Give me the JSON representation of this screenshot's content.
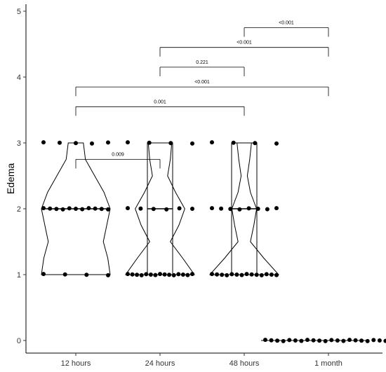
{
  "chart_data": {
    "type": "violin",
    "ylabel": "Edema",
    "xlabel": "",
    "ylim": [
      0,
      5
    ],
    "yticks": [
      0,
      1,
      2,
      3,
      4,
      5
    ],
    "categories": [
      "12 hours",
      "24 hours",
      "48 hours",
      "1 month"
    ],
    "groups": [
      {
        "name": "12 hours",
        "points": [
          3,
          3,
          3,
          3,
          3,
          2,
          2,
          2,
          2,
          2,
          2,
          2,
          2,
          2,
          2,
          2,
          1,
          1,
          1,
          1
        ],
        "box": {
          "q1": 2,
          "median": 2,
          "q3": 2
        },
        "violin": [
          [
            1,
            1.0
          ],
          [
            1.25,
            0.93
          ],
          [
            1.5,
            0.8
          ],
          [
            1.75,
            0.9
          ],
          [
            2,
            1.0
          ],
          [
            2.25,
            0.82
          ],
          [
            2.5,
            0.55
          ],
          [
            2.75,
            0.28
          ],
          [
            3,
            0.22
          ]
        ]
      },
      {
        "name": "24 hours",
        "points": [
          3,
          3,
          3,
          3,
          2,
          2,
          2,
          2,
          2,
          2,
          1,
          1,
          1,
          1,
          1,
          1,
          1,
          1,
          1,
          1,
          1,
          1,
          1,
          1,
          1
        ],
        "box": {
          "q1": 1,
          "median": 2,
          "q3": 3
        },
        "violin": [
          [
            1,
            1.0
          ],
          [
            1.25,
            0.66
          ],
          [
            1.5,
            0.3
          ],
          [
            1.75,
            0.55
          ],
          [
            2,
            0.72
          ],
          [
            2.25,
            0.45
          ],
          [
            2.5,
            0.22
          ],
          [
            2.75,
            0.3
          ],
          [
            3,
            0.34
          ]
        ]
      },
      {
        "name": "48 hours",
        "points": [
          3,
          3,
          3,
          3,
          2,
          2,
          2,
          2,
          2,
          2,
          2,
          2,
          1,
          1,
          1,
          1,
          1,
          1,
          1,
          1,
          1,
          1,
          1,
          1,
          1,
          1
        ],
        "box": {
          "q1": 1,
          "median": 2,
          "q3": 3
        },
        "violin": [
          [
            1,
            1.0
          ],
          [
            1.25,
            0.57
          ],
          [
            1.5,
            0.18
          ],
          [
            1.75,
            0.28
          ],
          [
            2,
            0.36
          ],
          [
            2.25,
            0.18
          ],
          [
            2.5,
            0.09
          ],
          [
            2.75,
            0.16
          ],
          [
            3,
            0.21
          ]
        ]
      },
      {
        "name": "1 month",
        "points": [
          0,
          0,
          0,
          0,
          0,
          0,
          0,
          0,
          0,
          0,
          0,
          0,
          0,
          0,
          0,
          0,
          0,
          0,
          0,
          0,
          0,
          0
        ],
        "box": {
          "q1": 0,
          "median": 0,
          "q3": 0
        },
        "violin": []
      }
    ],
    "comparisons": [
      {
        "from": 0,
        "to": 1,
        "y": 2.75,
        "label": "0.009"
      },
      {
        "from": 0,
        "to": 2,
        "y": 3.55,
        "label": "0.001"
      },
      {
        "from": 0,
        "to": 3,
        "y": 3.85,
        "label": "<0.001"
      },
      {
        "from": 1,
        "to": 2,
        "y": 4.15,
        "label": "0.221"
      },
      {
        "from": 1,
        "to": 3,
        "y": 4.45,
        "label": "<0.001"
      },
      {
        "from": 2,
        "to": 3,
        "y": 4.75,
        "label": "<0.001"
      }
    ],
    "grid": false,
    "point_color": "#000000",
    "line_color": "#000000"
  }
}
